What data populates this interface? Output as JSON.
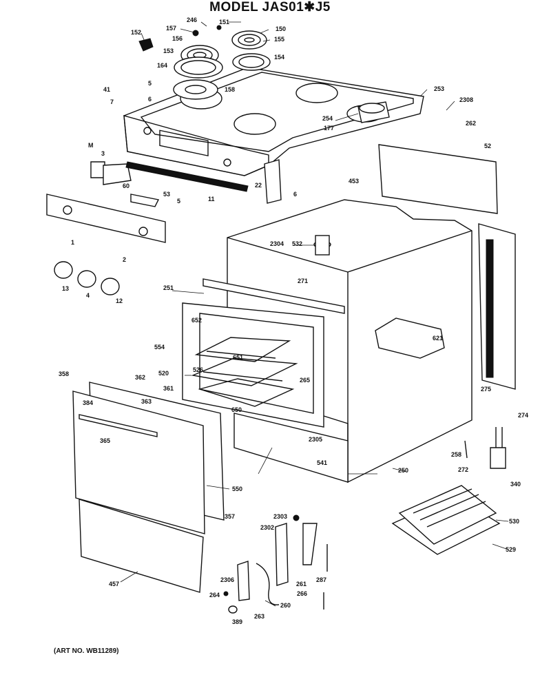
{
  "title": "MODEL JAS01✱J5",
  "art_no": "(ART NO. WB11289)",
  "labels": [
    "152",
    "157",
    "246",
    "151",
    "150",
    "155",
    "156",
    "153",
    "154",
    "164",
    "158",
    "5",
    "41",
    "6",
    "7",
    "253",
    "2308",
    "254",
    "177",
    "262",
    "52",
    "M",
    "3",
    "60",
    "53",
    "5",
    "22",
    "6",
    "11",
    "453",
    "2",
    "1",
    "532",
    "2304",
    "271",
    "13",
    "4",
    "12",
    "251",
    "652",
    "554",
    "621",
    "651",
    "520",
    "526",
    "265",
    "650",
    "275",
    "358",
    "362",
    "361",
    "384",
    "363",
    "274",
    "365",
    "2305",
    "541",
    "258",
    "250",
    "272",
    "340",
    "550",
    "357",
    "2303",
    "530",
    "2302",
    "529",
    "457",
    "2306",
    "264",
    "261",
    "287",
    "263",
    "260",
    "266",
    "389"
  ]
}
